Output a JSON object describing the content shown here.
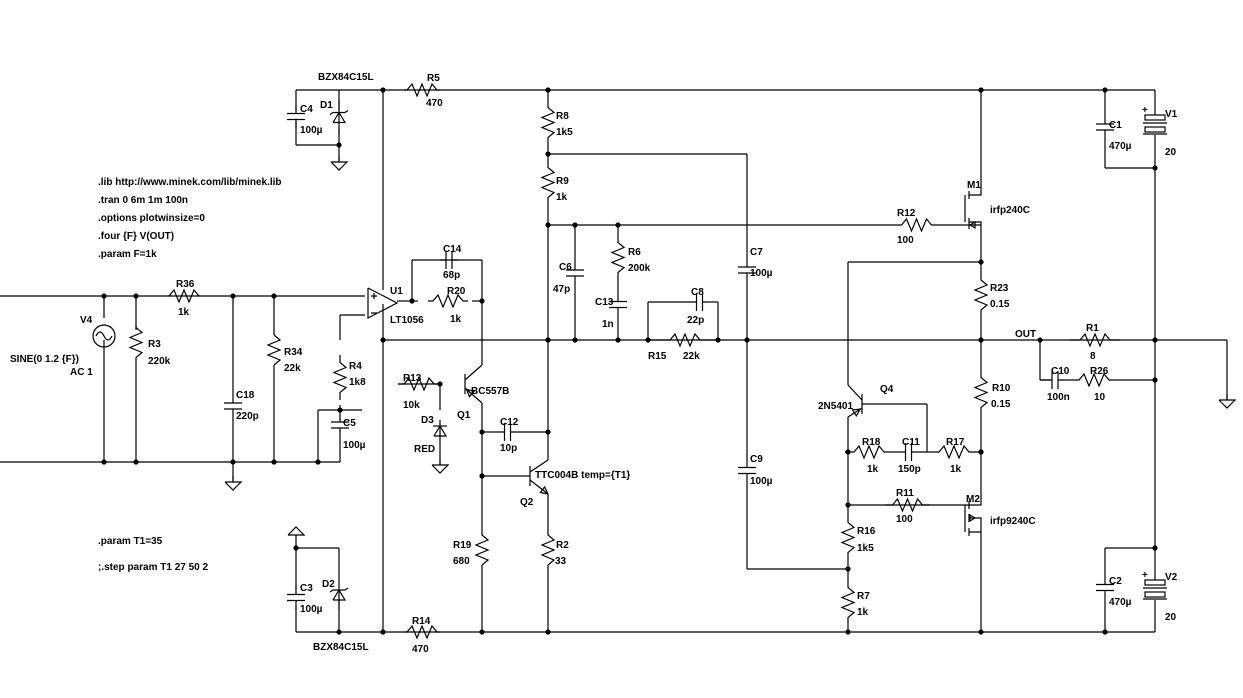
{
  "directives": [
    ".lib http://www.minek.com/lib/minek.lib",
    ".tran 0 6m 1m 100n",
    ".options plotwinsize=0",
    ".four {F} V(OUT)",
    ".param F=1k",
    ".param T1=35",
    ";.step param T1 27 50 2"
  ],
  "net_labels": {
    "out": "OUT"
  },
  "source_v4": {
    "name": "V4",
    "value": "SINE(0 1.2 {F})",
    "ac": "AC 1"
  },
  "components": [
    {
      "ref": "R5",
      "value": "470"
    },
    {
      "ref": "R14",
      "value": "470"
    },
    {
      "ref": "D1",
      "value": "BZX84C15L"
    },
    {
      "ref": "D2",
      "value": "BZX84C15L"
    },
    {
      "ref": "C4",
      "value": "100µ"
    },
    {
      "ref": "C3",
      "value": "100µ"
    },
    {
      "ref": "R36",
      "value": "1k"
    },
    {
      "ref": "R3",
      "value": "220k"
    },
    {
      "ref": "C18",
      "value": "220p"
    },
    {
      "ref": "R34",
      "value": "22k"
    },
    {
      "ref": "R4",
      "value": "1k8"
    },
    {
      "ref": "C5",
      "value": "100µ"
    },
    {
      "ref": "U1",
      "value": "LT1056"
    },
    {
      "ref": "C14",
      "value": "68p"
    },
    {
      "ref": "R20",
      "value": "1k"
    },
    {
      "ref": "R13",
      "value": "10k"
    },
    {
      "ref": "D3",
      "value": "RED"
    },
    {
      "ref": "Q1",
      "value": "BC557B"
    },
    {
      "ref": "C12",
      "value": "10p"
    },
    {
      "ref": "Q2",
      "value": "TTC004B temp={T1}"
    },
    {
      "ref": "R19",
      "value": "680"
    },
    {
      "ref": "R2",
      "value": "33"
    },
    {
      "ref": "R8",
      "value": "1k5"
    },
    {
      "ref": "R9",
      "value": "1k"
    },
    {
      "ref": "C6",
      "value": "47p"
    },
    {
      "ref": "R6",
      "value": "200k"
    },
    {
      "ref": "C13",
      "value": "1n"
    },
    {
      "ref": "C8",
      "value": "22p"
    },
    {
      "ref": "R15",
      "value": "22k"
    },
    {
      "ref": "C7",
      "value": "100µ"
    },
    {
      "ref": "C9",
      "value": "100µ"
    },
    {
      "ref": "R12",
      "value": "100"
    },
    {
      "ref": "M1",
      "value": "irfp240C"
    },
    {
      "ref": "R23",
      "value": "0.15"
    },
    {
      "ref": "R10",
      "value": "0.15"
    },
    {
      "ref": "Q4",
      "value": "2N5401"
    },
    {
      "ref": "R18",
      "value": "1k"
    },
    {
      "ref": "C11",
      "value": "150p"
    },
    {
      "ref": "R17",
      "value": "1k"
    },
    {
      "ref": "R11",
      "value": "100"
    },
    {
      "ref": "M2",
      "value": "irfp9240C"
    },
    {
      "ref": "R16",
      "value": "1k5"
    },
    {
      "ref": "R7",
      "value": "1k"
    },
    {
      "ref": "R1",
      "value": "8"
    },
    {
      "ref": "C10",
      "value": "100n"
    },
    {
      "ref": "R26",
      "value": "10"
    },
    {
      "ref": "C1",
      "value": "470µ"
    },
    {
      "ref": "V1",
      "value": "20"
    },
    {
      "ref": "C2",
      "value": "470µ"
    },
    {
      "ref": "V2",
      "value": "20"
    }
  ]
}
